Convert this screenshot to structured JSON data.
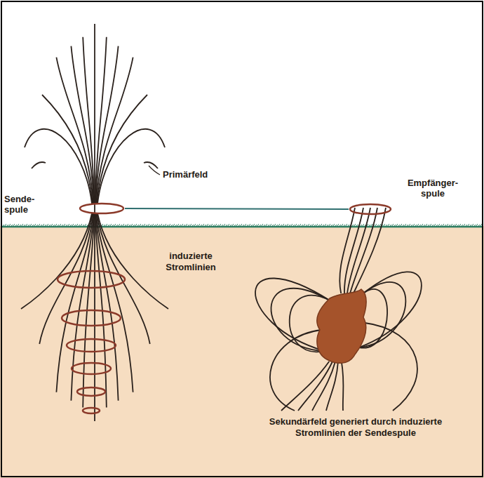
{
  "diagram": {
    "nodes": [
      {
        "text": [
          "Sende- spule"
        ]
      },
      {
        "text": [
          "Empfänger- spule"
        ]
      }
    ],
    "edges": [
      {
        "from": 0,
        "to": 1,
        "arrow": "none"
      }
    ],
    "labels": [
      "Primärfeld",
      "induzierte Stromlinien",
      "Sekundärfeld generiert durch induzierte Stromlinien der Sendespule"
    ]
  }
}
